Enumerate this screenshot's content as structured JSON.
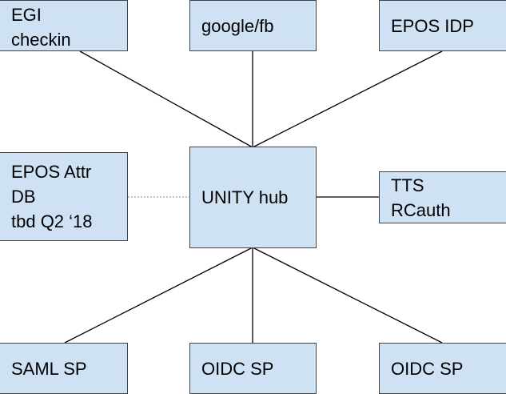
{
  "nodes": {
    "egi": {
      "lines": [
        "EGI",
        "checkin"
      ]
    },
    "google": {
      "lines": [
        "google/fb"
      ]
    },
    "epos_idp": {
      "lines": [
        "EPOS IDP"
      ]
    },
    "epos_attr": {
      "lines": [
        "EPOS Attr",
        "DB",
        "tbd Q2 ‘18"
      ]
    },
    "unity": {
      "lines": [
        "UNITY hub"
      ]
    },
    "tts": {
      "lines": [
        "TTS",
        "RCauth"
      ]
    },
    "saml_sp": {
      "lines": [
        "SAML SP"
      ]
    },
    "oidc_sp_1": {
      "lines": [
        "OIDC SP"
      ]
    },
    "oidc_sp_2": {
      "lines": [
        "OIDC SP"
      ]
    }
  },
  "edges": [
    {
      "from": "egi",
      "to": "unity",
      "style": "solid"
    },
    {
      "from": "google",
      "to": "unity",
      "style": "solid"
    },
    {
      "from": "epos_idp",
      "to": "unity",
      "style": "solid"
    },
    {
      "from": "epos_attr",
      "to": "unity",
      "style": "dotted"
    },
    {
      "from": "unity",
      "to": "tts",
      "style": "solid"
    },
    {
      "from": "unity",
      "to": "saml_sp",
      "style": "solid"
    },
    {
      "from": "unity",
      "to": "oidc_sp_1",
      "style": "solid"
    },
    {
      "from": "unity",
      "to": "oidc_sp_2",
      "style": "solid"
    }
  ],
  "colors": {
    "node_fill": "#cfe2f3",
    "node_border": "#444444",
    "edge": "#000000",
    "dotted_edge": "#999999"
  }
}
